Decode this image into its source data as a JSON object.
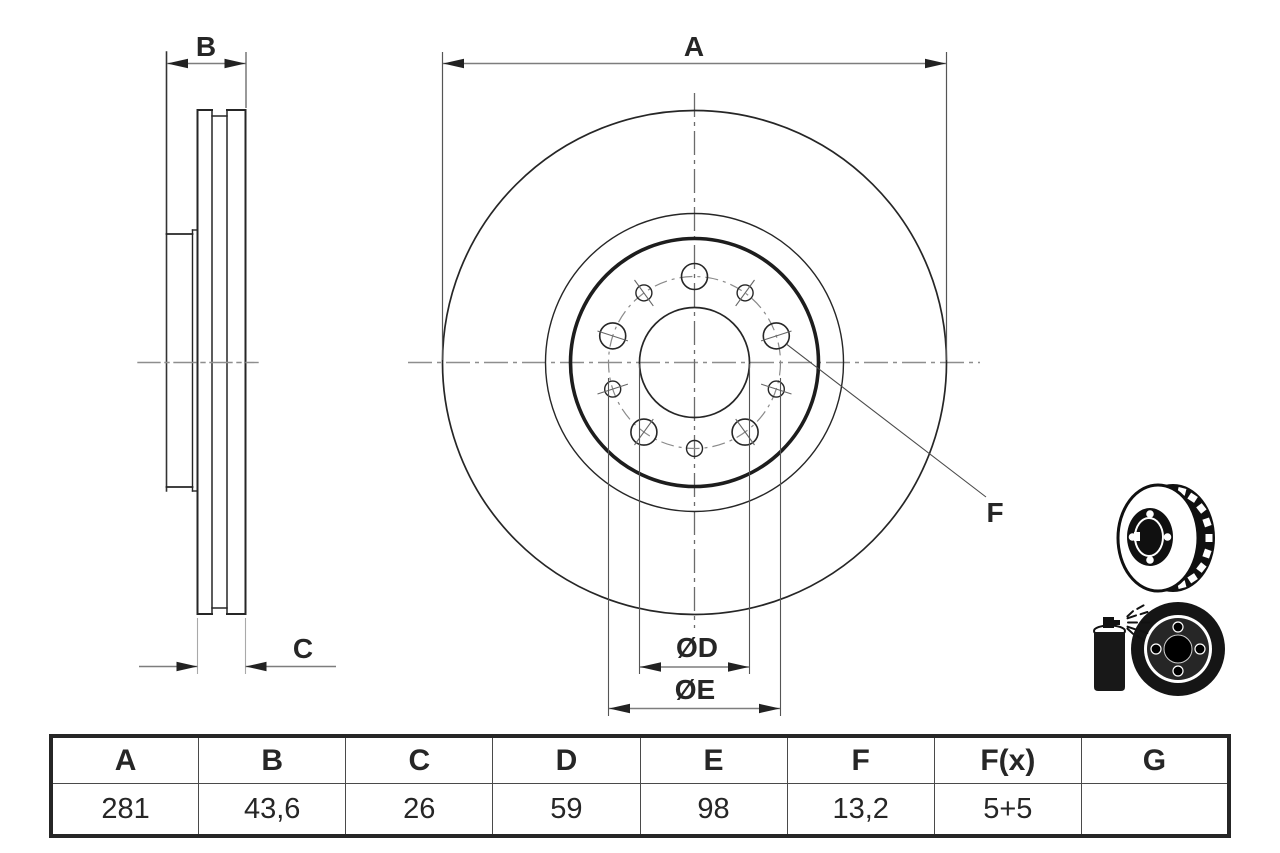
{
  "side_view": {
    "label_b": "B",
    "label_c": "C"
  },
  "front_view": {
    "label_a": "A",
    "label_d": "ØD",
    "label_e": "ØE",
    "label_f": "F"
  },
  "table": {
    "headers": [
      "A",
      "B",
      "C",
      "D",
      "E",
      "F",
      "F(x)",
      "G"
    ],
    "values": [
      "281",
      "43,6",
      "26",
      "59",
      "98",
      "13,2",
      "5+5",
      ""
    ]
  },
  "icons": [
    {
      "name": "vented-brake-disc-icon"
    },
    {
      "name": "spray-coated-disc-icon"
    }
  ],
  "colors": {
    "line": "#262626",
    "dimension": "#7d7d7d",
    "centerline": "#8e8e8e"
  }
}
